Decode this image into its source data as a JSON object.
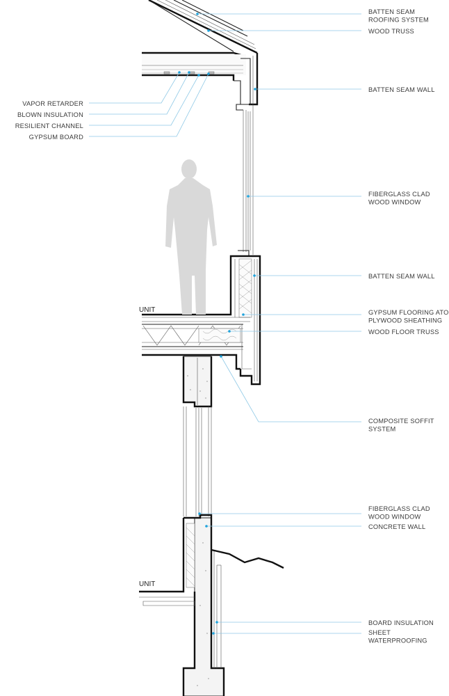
{
  "callouts_right": [
    {
      "id": "batten-seam-roofing",
      "lines": [
        "BATTEN SEAM",
        "ROOFING SYSTEM"
      ]
    },
    {
      "id": "wood-truss",
      "lines": [
        "WOOD TRUSS"
      ]
    },
    {
      "id": "batten-seam-wall-upper",
      "lines": [
        "BATTEN SEAM WALL"
      ]
    },
    {
      "id": "fiberglass-window-upper",
      "lines": [
        "FIBERGLASS CLAD",
        "WOOD WINDOW"
      ]
    },
    {
      "id": "batten-seam-wall-lower",
      "lines": [
        "BATTEN SEAM WALL"
      ]
    },
    {
      "id": "gypsum-flooring",
      "lines": [
        "GYPSUM FLOORING ATOP",
        "PLYWOOD SHEATHING"
      ]
    },
    {
      "id": "wood-floor-truss",
      "lines": [
        "WOOD FLOOR TRUSS"
      ]
    },
    {
      "id": "composite-soffit",
      "lines": [
        "COMPOSITE SOFFIT",
        "SYSTEM"
      ]
    },
    {
      "id": "fiberglass-window-lower",
      "lines": [
        "FIBERGLASS CLAD",
        "WOOD WINDOW"
      ]
    },
    {
      "id": "concrete-wall",
      "lines": [
        "CONCRETE WALL"
      ]
    },
    {
      "id": "board-insulation",
      "lines": [
        "BOARD INSULATION"
      ]
    },
    {
      "id": "sheet-waterproofing",
      "lines": [
        "SHEET",
        "WATERPROOFING"
      ]
    }
  ],
  "callouts_left": [
    {
      "id": "vapor-retarder",
      "lines": [
        "VAPOR RETARDER"
      ]
    },
    {
      "id": "blown-insulation",
      "lines": [
        "BLOWN INSULATION"
      ]
    },
    {
      "id": "resilient-channel",
      "lines": [
        "RESILIENT CHANNEL"
      ]
    },
    {
      "id": "gypsum-board",
      "lines": [
        "GYPSUM BOARD"
      ]
    }
  ],
  "unit_labels": [
    "UNIT",
    "UNIT"
  ],
  "colors": {
    "leader": "#8fc9e6",
    "dot": "#1fa3dc",
    "figure": "#d9d9d9",
    "line": "#111111"
  }
}
